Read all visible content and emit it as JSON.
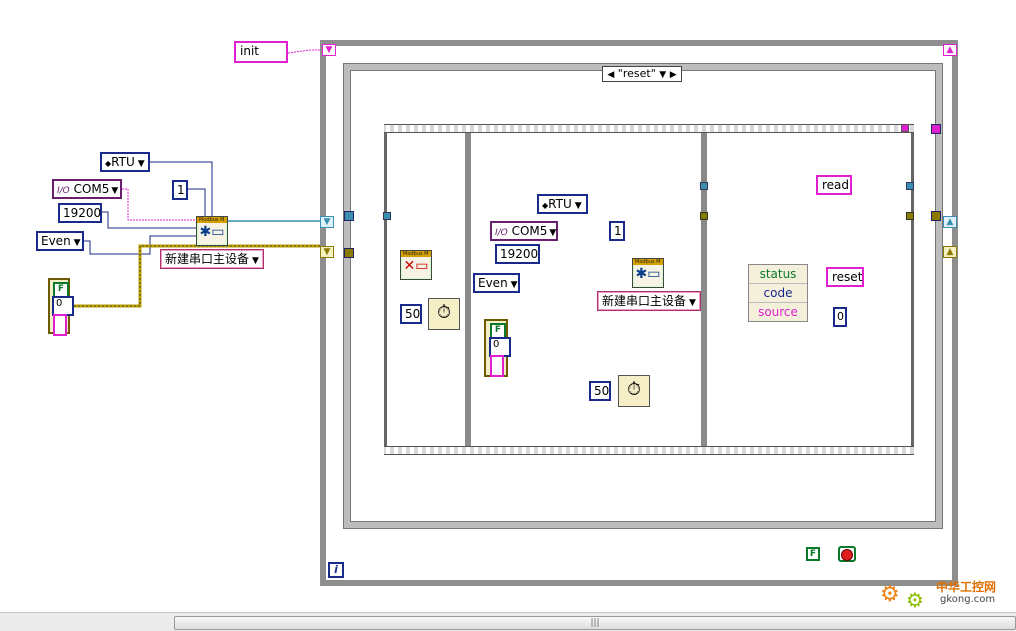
{
  "constants": {
    "init_label": "init",
    "rtu_left": "RTU",
    "com_left": "COM5",
    "unit_left": "1",
    "baud_left": "19200",
    "parity_left": "Even",
    "ring_left": "新建串口主设备",
    "bool_f_left": "F",
    "bool_0_left": "0",
    "case_value": "\"reset\"",
    "rtu_mid": "RTU",
    "com_mid": "COM5",
    "unit_mid": "1",
    "baud_mid": "19200",
    "parity_mid": "Even",
    "ring_mid": "新建串口主设备",
    "bool_f_mid": "F",
    "bool_0_mid": "0",
    "wait_a": "50",
    "wait_b": "50",
    "read_label": "read",
    "reset_label": "reset",
    "zero_const": "0",
    "stop_f": "F",
    "iteration": "i"
  },
  "unbundle": {
    "status": "status",
    "code": "code",
    "source": "source"
  },
  "subvi": {
    "header": "Modbus M"
  },
  "icons": {
    "dropdown": "▼",
    "case_prev": "◀",
    "case_next": "▶",
    "io_prefix": "I/O",
    "wait_icon": "stopwatch-icon",
    "compare_gt": ">",
    "compare_eq": "="
  },
  "scrollbar": {
    "thumb_grip": "|||"
  },
  "watermark": {
    "brand": "中华工控网",
    "url": "gkong.com"
  },
  "colors": {
    "wire_numeric": "#1a4fbf",
    "wire_string": "#e020d0",
    "wire_error": "#b8a000",
    "wire_visa": "#7a3a80",
    "wire_modbus": "#3a8fb0"
  }
}
